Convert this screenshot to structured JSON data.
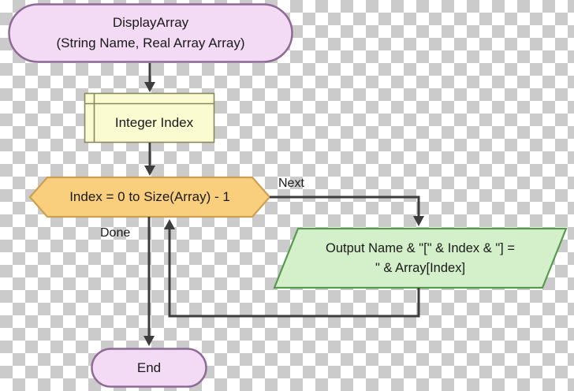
{
  "diagram": {
    "kind": "flowchart",
    "nodes": {
      "start": {
        "type": "terminator",
        "line1": "DisplayArray",
        "line2": "(String Name, Real Array Array)"
      },
      "declare": {
        "type": "declaration",
        "label": "Integer Index"
      },
      "loop": {
        "type": "for-loop",
        "label": "Index = 0 to Size(Array) - 1"
      },
      "output": {
        "type": "io",
        "line1": "Output Name & \"[\" & Index & \"] =",
        "line2": "\" & Array[Index]"
      },
      "end": {
        "type": "terminator",
        "label": "End"
      }
    },
    "edge_labels": {
      "next": "Next",
      "done": "Done"
    },
    "colors": {
      "terminator_fill": "#f3daf5",
      "terminator_border": "#8e6b96",
      "declaration_fill": "#fbfbd2",
      "declaration_border": "#88885e",
      "loop_fill": "#f9ce7d",
      "loop_border": "#cba052",
      "io_fill": "#d4f0cb",
      "io_border": "#569b4d",
      "connector": "#3d3d3d",
      "text": "#1a1a1a",
      "checker_gray": "#cbcbcb"
    }
  }
}
